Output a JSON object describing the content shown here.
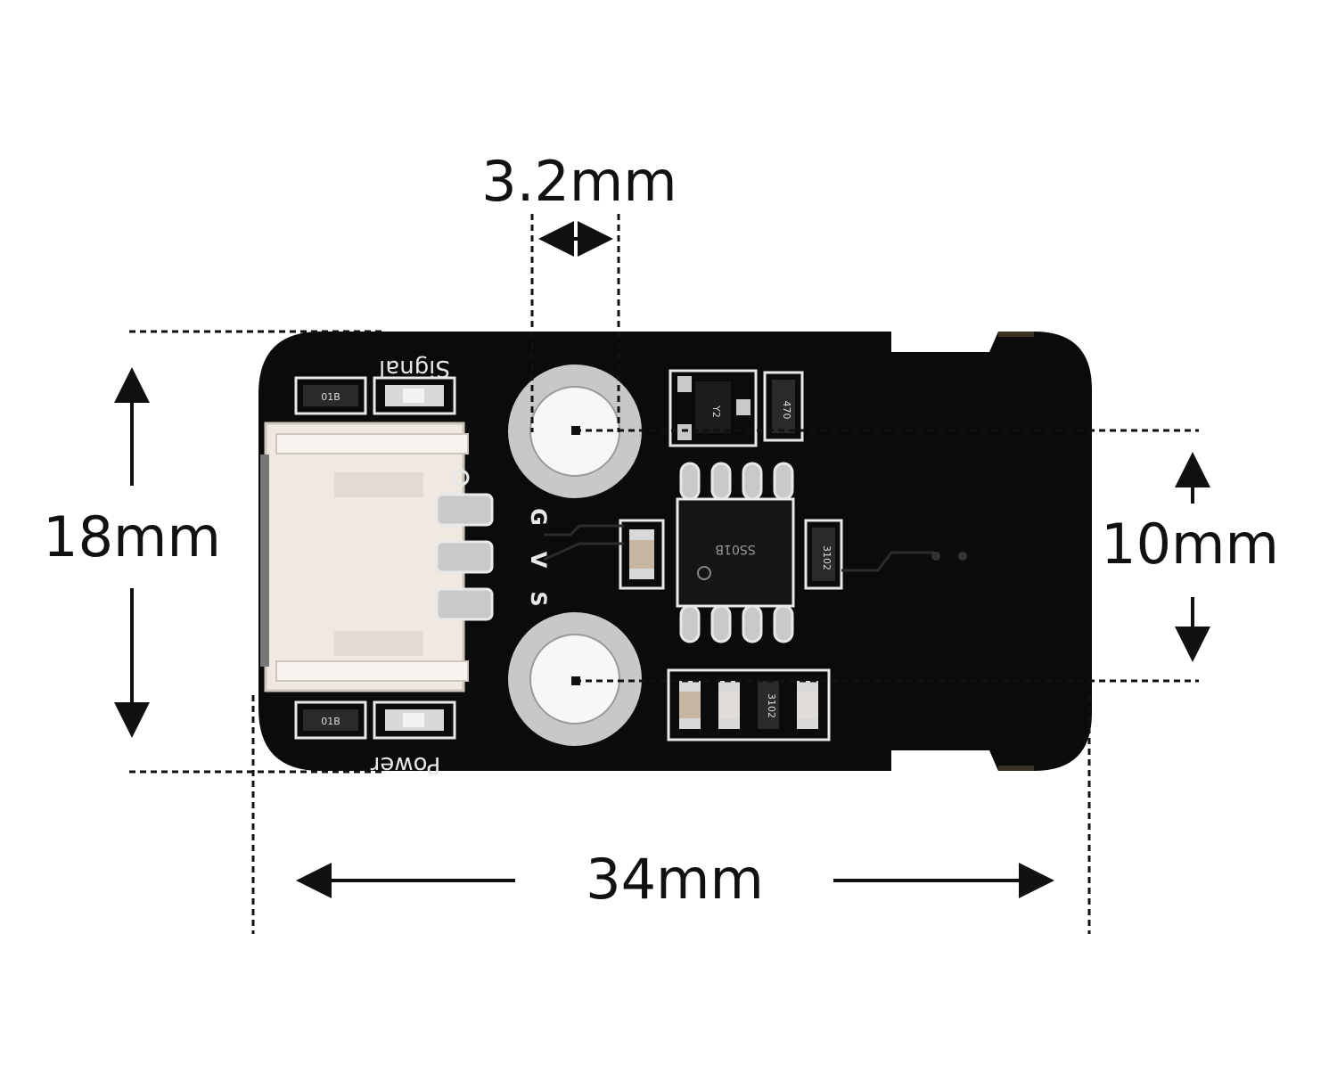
{
  "dimensions": {
    "hole_diameter": "3.2mm",
    "board_height": "18mm",
    "hole_spacing": "10mm",
    "board_length": "34mm"
  },
  "silkscreen": {
    "signal_label": "Signal",
    "power_label": "Power",
    "pins_g": "G",
    "pins_v": "V",
    "pins_s": "S",
    "led_top_code": "01B",
    "led_bottom_code": "01B",
    "chip_code": "SS01B",
    "transistor_code": "Y2",
    "resistor_code_a": "470",
    "resistor_code_b": "3102",
    "resistor_code_c": "3102"
  },
  "colors": {
    "pcb": "#0b0b0b",
    "pad": "#c9c9c9",
    "connector": "#efe9e2",
    "line": "#111111"
  }
}
